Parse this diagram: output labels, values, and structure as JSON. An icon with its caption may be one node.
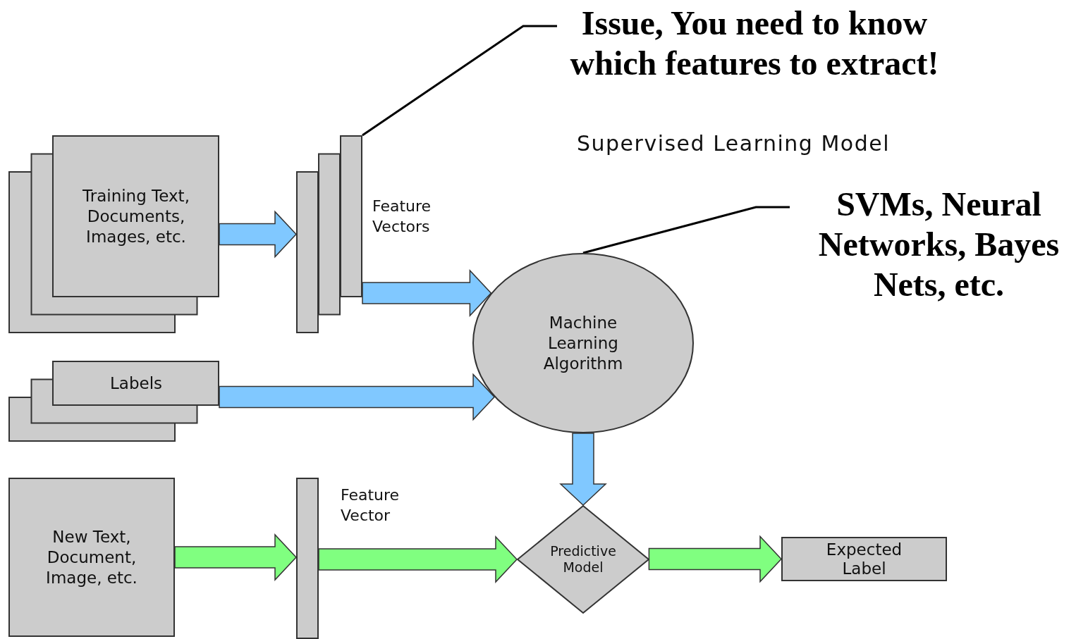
{
  "diagram": {
    "title": "Supervised Learning Model",
    "nodes": [
      {
        "text": [
          "Training Text, Documents, Images, etc."
        ]
      },
      {
        "text": [],
        "shape": "bar",
        "beside": [
          "Feature Vectors"
        ]
      },
      {
        "text": [
          "Labels"
        ]
      },
      {
        "text": [
          "Machine Learning Algorithm"
        ]
      },
      {
        "text": [
          "Predictive Model"
        ]
      },
      {
        "text": [
          "New Text, Document, Image, etc."
        ]
      },
      {
        "text": [],
        "shape": "bar",
        "beside": [
          "Feature Vector"
        ]
      },
      {
        "text": [
          "Expected Label"
        ]
      },
      {
        "text": [
          "Issue, You need to know which features to extract!"
        ]
      },
      {
        "text": [
          "SVMs, Neural Networks, Bayes Nets, etc."
        ]
      }
    ],
    "edges": [
      {
        "from": 0,
        "to": 1,
        "arrow": "to"
      },
      {
        "from": 1,
        "to": 3,
        "arrow": "to"
      },
      {
        "from": 2,
        "to": 3,
        "arrow": "to"
      },
      {
        "from": 3,
        "to": 4,
        "arrow": "to"
      },
      {
        "from": 5,
        "to": 6,
        "arrow": "to",
        "color": "#80ff80"
      },
      {
        "from": 6,
        "to": 4,
        "arrow": "to",
        "color": "#80ff80"
      },
      {
        "from": 4,
        "to": 7,
        "arrow": "to",
        "color": "#80ff80"
      },
      {
        "from": 8,
        "to": 1,
        "arrow": "none",
        "color": "#000000"
      },
      {
        "from": 9,
        "to": 3,
        "arrow": "none",
        "color": "#000000"
      }
    ]
  }
}
